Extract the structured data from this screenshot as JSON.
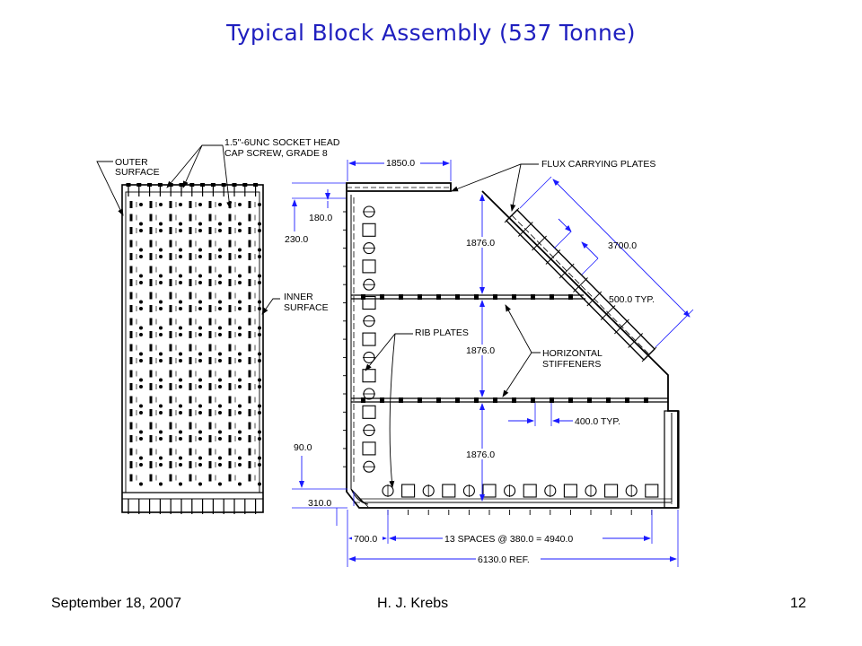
{
  "slide": {
    "title": "Typical Block Assembly (537 Tonne)",
    "footer": {
      "date": "September 18, 2007",
      "author": "H. J. Krebs",
      "page": "12"
    }
  },
  "drawing": {
    "labels": {
      "outer_surface": [
        "OUTER",
        "SURFACE"
      ],
      "socket_screw": [
        "1.5\"-6UNC SOCKET HEAD",
        "CAP SCREW, GRADE 8"
      ],
      "inner_surface": [
        "INNER",
        "SURFACE"
      ],
      "flux_plates": "FLUX CARRYING PLATES",
      "rib_plates": "RIB PLATES",
      "stiffeners": [
        "HORIZONTAL",
        "STIFFENERS"
      ]
    },
    "dimensions": {
      "top_width": "1850.0",
      "d180": "180.0",
      "d230": "230.0",
      "height_1": "1876.0",
      "height_2": "1876.0",
      "height_3": "1876.0",
      "diag_3700": "3700.0",
      "diag_500": "500.0 TYP.",
      "spacing_400": "400.0 TYP.",
      "d90": "90.0",
      "d310": "310.0",
      "d700": "700.0",
      "spaces": "13 SPACES @ 380.0 = 4940.0",
      "overall": "6130.0 REF."
    },
    "colors": {
      "lines": "#000000",
      "dimensions": "#1a1aff",
      "title": "#1f1fbf"
    }
  }
}
